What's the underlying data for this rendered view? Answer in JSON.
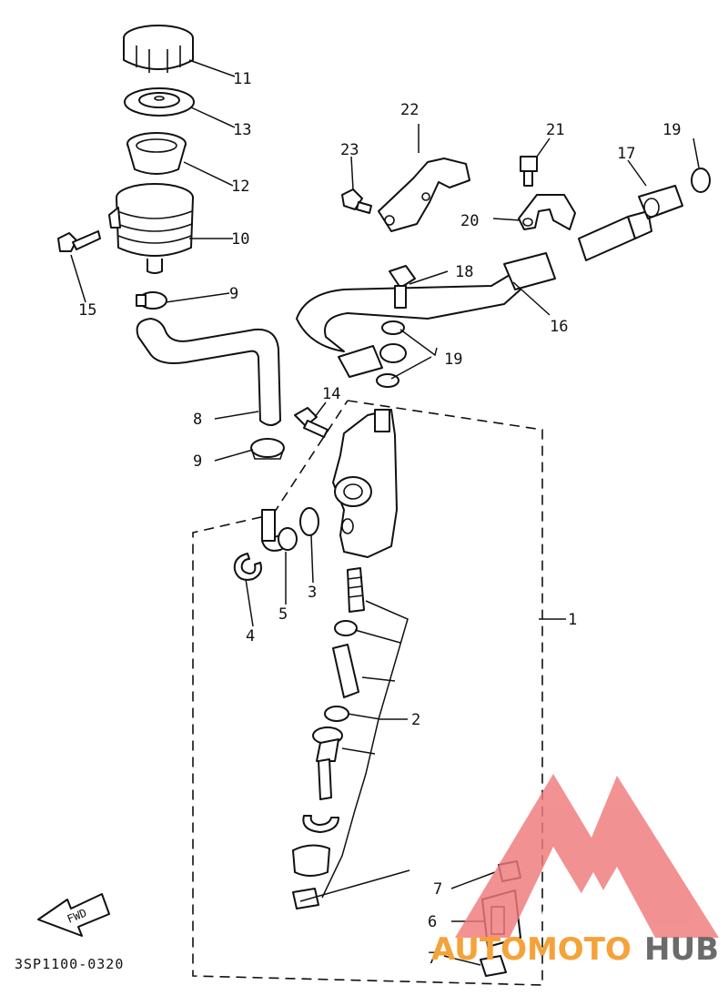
{
  "callouts": {
    "c1": "1",
    "c2": "2",
    "c3": "3",
    "c4": "4",
    "c5": "5",
    "c6": "6",
    "c7a": "7",
    "c7b": "7",
    "c8": "8",
    "c9a": "9",
    "c9b": "9",
    "c10": "10",
    "c11": "11",
    "c12": "12",
    "c13": "13",
    "c14": "14",
    "c15": "15",
    "c16": "16",
    "c17": "17",
    "c18": "18",
    "c19a": "19",
    "c19b": "19",
    "c20": "20",
    "c21": "21",
    "c22": "22",
    "c23": "23"
  },
  "fwd_arrow": "FWD",
  "diagram_code": "3SP1100-0320",
  "watermark": {
    "text_colored": "AUTOMOTO",
    "text_dark": "HUB",
    "accent_color": "#f07a7a",
    "accent_text_color": "#f5a23a",
    "dark_text_color": "#6b6b6b"
  },
  "colors": {
    "line": "#111111",
    "background": "#ffffff"
  }
}
